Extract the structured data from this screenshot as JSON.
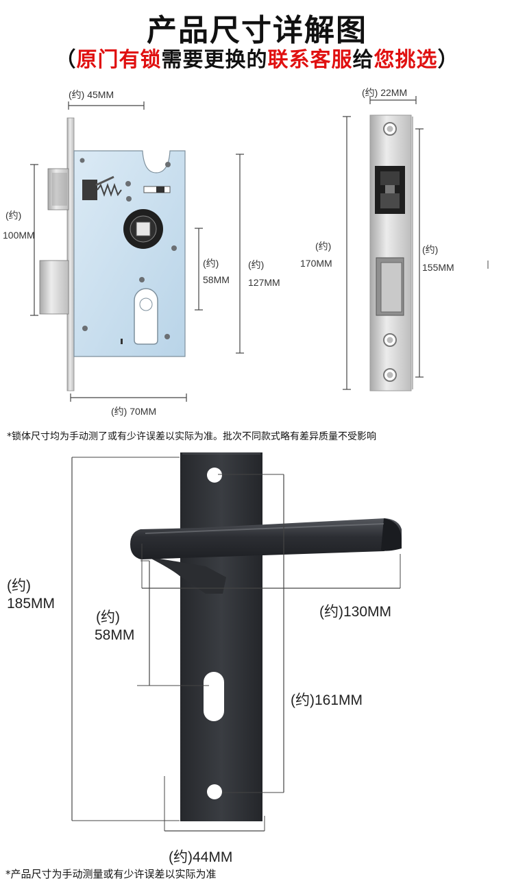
{
  "header": {
    "title": "产品尺寸详解图",
    "subtitle_open": "（",
    "subtitle_part1": "原门有锁",
    "subtitle_part2": "需要更换的",
    "subtitle_part3": "联系客服",
    "subtitle_part4": "给",
    "subtitle_part5": "您挑选",
    "subtitle_close": "）"
  },
  "lock_body": {
    "dim_width_approx": "(约)",
    "dim_width_value": "45MM",
    "dim_left_approx": "(约)",
    "dim_left_value": "100MM",
    "dim_center_approx": "(约)",
    "dim_center_value": "58MM",
    "dim_height_approx": "(约)",
    "dim_height_value": "127MM",
    "dim_bottom_approx": "(约)",
    "dim_bottom_value": "70MM"
  },
  "strike_plate": {
    "dim_width_approx": "(约)",
    "dim_width_value": "22MM",
    "dim_left_approx": "(约)",
    "dim_left_value": "170MM",
    "dim_right_approx": "(约)",
    "dim_right_value": "155MM"
  },
  "note_top": "*锁体尺寸均为手动测了或有少许误差以实际为准。批次不同款式略有差异质量不受影响",
  "handle": {
    "dim_height_approx": "(约)",
    "dim_height_value": "185MM",
    "dim_center_approx": "(约)",
    "dim_center_value": "58MM",
    "dim_lever": "(约)130MM",
    "dim_holes": "(约)161MM",
    "dim_width": "(约)44MM"
  },
  "note_bottom": "*产品尺寸为手动测量或有少许误差以实际为准",
  "colors": {
    "accent_red": "#e01010",
    "lock_plate": "#c8dfee",
    "handle_black": "#2b2d31",
    "steel": "#d7d7d7"
  }
}
